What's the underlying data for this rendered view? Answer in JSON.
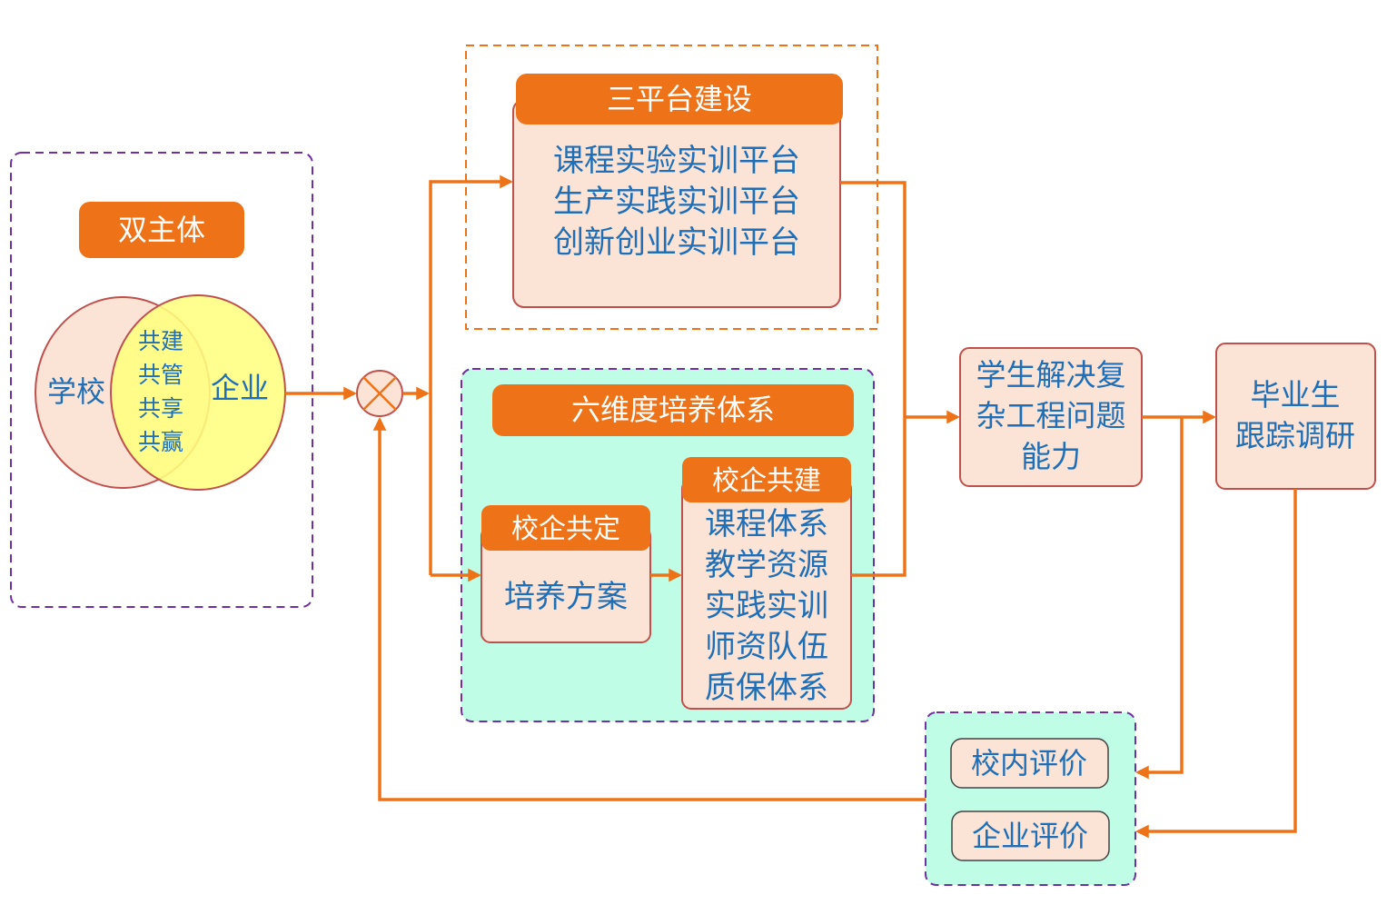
{
  "colors": {
    "accent": "#ee7318",
    "text_blue": "#1f6fb8",
    "box_fill": "#fbe3d5",
    "box_stroke": "#c0504d",
    "mint_fill": "#c0fde6",
    "dash_purple": "#7030a0",
    "dash_orange": "#ee7318",
    "venn_yellow": "#ffff80"
  },
  "dual_subject": {
    "title": "双主体",
    "school": "学校",
    "enterprise": "企业",
    "shared": [
      "共建",
      "共管",
      "共享",
      "共赢"
    ]
  },
  "three_platform": {
    "title": "三平台建设",
    "items": [
      "课程实验实训平台",
      "生产实践实训平台",
      "创新创业实训平台"
    ]
  },
  "six_dimension": {
    "title": "六维度培养体系",
    "co_define": {
      "title": "校企共定",
      "content": "培养方案"
    },
    "co_build": {
      "title": "校企共建",
      "items": [
        "课程体系",
        "教学资源",
        "实践实训",
        "师资队伍",
        "质保体系"
      ]
    }
  },
  "ability": {
    "lines": [
      "学生解决复",
      "杂工程问题",
      "能力"
    ]
  },
  "graduate_tracking": {
    "lines": [
      "毕业生",
      "跟踪调研"
    ]
  },
  "evaluation": {
    "internal": "校内评价",
    "enterprise": "企业评价"
  },
  "icons": {
    "summing_junction": "circle-x-icon"
  }
}
